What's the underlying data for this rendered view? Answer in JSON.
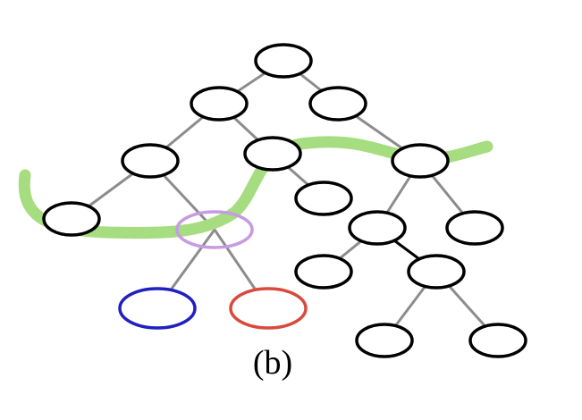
{
  "figure": {
    "caption": "(b)"
  },
  "colors": {
    "edge": "#8c8c8c",
    "edge_dark": "#000000",
    "node_stroke": "#000000",
    "node_fill": "#ffffff",
    "highlight_node": "#c79be0",
    "left_child": "#2020c0",
    "right_child": "#d94a3c",
    "cut_curve": "#a6dd80"
  },
  "tree": {
    "nodes": [
      {
        "id": "root",
        "style": "default"
      },
      {
        "id": "n-l",
        "style": "default"
      },
      {
        "id": "n-r",
        "style": "default"
      },
      {
        "id": "n-ll",
        "style": "default"
      },
      {
        "id": "n-lr",
        "style": "default"
      },
      {
        "id": "n-rr",
        "style": "default"
      },
      {
        "id": "n-lll",
        "style": "default"
      },
      {
        "id": "n-llr",
        "style": "highlight"
      },
      {
        "id": "n-lrr",
        "style": "default"
      },
      {
        "id": "n-rrl",
        "style": "default"
      },
      {
        "id": "n-rrr",
        "style": "default"
      },
      {
        "id": "n-llr-l",
        "style": "blue"
      },
      {
        "id": "n-llr-r",
        "style": "red"
      },
      {
        "id": "n-rrl-l",
        "style": "default"
      },
      {
        "id": "n-rrl-r",
        "style": "default"
      },
      {
        "id": "n-rrl-r-l",
        "style": "default"
      },
      {
        "id": "n-rrl-r-r",
        "style": "default"
      }
    ],
    "edges": [
      {
        "from": "root",
        "to": "n-l",
        "style": "gray"
      },
      {
        "from": "root",
        "to": "n-r",
        "style": "gray"
      },
      {
        "from": "n-l",
        "to": "n-ll",
        "style": "gray"
      },
      {
        "from": "n-l",
        "to": "n-lr",
        "style": "gray"
      },
      {
        "from": "n-r",
        "to": "n-rr",
        "style": "gray"
      },
      {
        "from": "n-ll",
        "to": "n-lll",
        "style": "gray"
      },
      {
        "from": "n-ll",
        "to": "n-llr",
        "style": "gray"
      },
      {
        "from": "n-lr",
        "to": "n-lrr",
        "style": "gray"
      },
      {
        "from": "n-rr",
        "to": "n-rrl",
        "style": "gray"
      },
      {
        "from": "n-rr",
        "to": "n-rrr",
        "style": "gray"
      },
      {
        "from": "n-llr",
        "to": "n-llr-l",
        "style": "gray"
      },
      {
        "from": "n-llr",
        "to": "n-llr-r",
        "style": "gray"
      },
      {
        "from": "n-rrl",
        "to": "n-rrl-l",
        "style": "gray"
      },
      {
        "from": "n-rrl",
        "to": "n-rrl-r",
        "style": "dark"
      },
      {
        "from": "n-rrl-r",
        "to": "n-rrl-r-l",
        "style": "gray"
      },
      {
        "from": "n-rrl-r",
        "to": "n-rrl-r-r",
        "style": "gray"
      }
    ]
  }
}
